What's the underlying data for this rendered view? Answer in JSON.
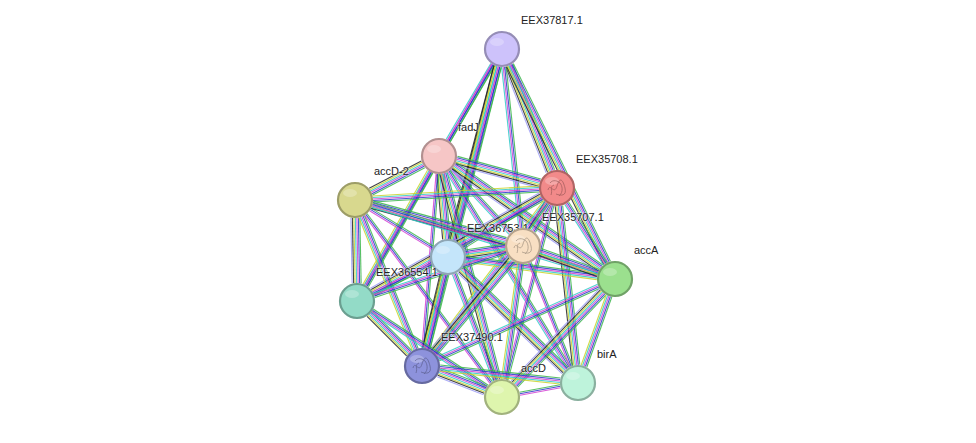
{
  "diagram": {
    "nodes": [
      {
        "text": [
          "EEX37817.1"
        ]
      },
      {
        "text": [
          "fadJ"
        ]
      },
      {
        "text": [
          "EEX35708.1"
        ]
      },
      {
        "text": [
          "accD-2"
        ]
      },
      {
        "text": [
          "EEX36753.1"
        ]
      },
      {
        "text": [
          "EEX35707.1"
        ]
      },
      {
        "text": [
          "accA"
        ]
      },
      {
        "text": [
          "EEX36554.1"
        ]
      },
      {
        "text": [
          "EEX37490.1"
        ]
      },
      {
        "text": [
          "accD"
        ]
      },
      {
        "text": [
          "birA"
        ]
      }
    ],
    "edges": [
      {
        "from": 0,
        "to": 1,
        "arrow": "none"
      },
      {
        "from": 0,
        "to": 2,
        "arrow": "none"
      },
      {
        "from": 0,
        "to": 4,
        "arrow": "none"
      },
      {
        "from": 0,
        "to": 5,
        "arrow": "none"
      },
      {
        "from": 0,
        "to": 7,
        "arrow": "none"
      },
      {
        "from": 0,
        "to": 8,
        "arrow": "none"
      },
      {
        "from": 0,
        "to": 6,
        "arrow": "none"
      },
      {
        "from": 1,
        "to": 3,
        "arrow": "none"
      },
      {
        "from": 1,
        "to": 2,
        "arrow": "none"
      },
      {
        "from": 1,
        "to": 4,
        "arrow": "none"
      },
      {
        "from": 1,
        "to": 5,
        "arrow": "none"
      },
      {
        "from": 1,
        "to": 6,
        "arrow": "none"
      },
      {
        "from": 1,
        "to": 7,
        "arrow": "none"
      },
      {
        "from": 1,
        "to": 8,
        "arrow": "none"
      },
      {
        "from": 1,
        "to": 9,
        "arrow": "none"
      },
      {
        "from": 1,
        "to": 10,
        "arrow": "none"
      },
      {
        "from": 2,
        "to": 3,
        "arrow": "none"
      },
      {
        "from": 2,
        "to": 4,
        "arrow": "none"
      },
      {
        "from": 2,
        "to": 5,
        "arrow": "none"
      },
      {
        "from": 2,
        "to": 6,
        "arrow": "none"
      },
      {
        "from": 2,
        "to": 7,
        "arrow": "none"
      },
      {
        "from": 2,
        "to": 8,
        "arrow": "none"
      },
      {
        "from": 2,
        "to": 9,
        "arrow": "none"
      },
      {
        "from": 2,
        "to": 10,
        "arrow": "none"
      },
      {
        "from": 3,
        "to": 4,
        "arrow": "none"
      },
      {
        "from": 3,
        "to": 5,
        "arrow": "none"
      },
      {
        "from": 3,
        "to": 6,
        "arrow": "none"
      },
      {
        "from": 3,
        "to": 7,
        "arrow": "none"
      },
      {
        "from": 3,
        "to": 8,
        "arrow": "none"
      },
      {
        "from": 3,
        "to": 9,
        "arrow": "none"
      },
      {
        "from": 4,
        "to": 5,
        "arrow": "none"
      },
      {
        "from": 4,
        "to": 6,
        "arrow": "none"
      },
      {
        "from": 4,
        "to": 7,
        "arrow": "none"
      },
      {
        "from": 4,
        "to": 8,
        "arrow": "none"
      },
      {
        "from": 4,
        "to": 9,
        "arrow": "none"
      },
      {
        "from": 4,
        "to": 10,
        "arrow": "none"
      },
      {
        "from": 5,
        "to": 6,
        "arrow": "none"
      },
      {
        "from": 5,
        "to": 7,
        "arrow": "none"
      },
      {
        "from": 5,
        "to": 8,
        "arrow": "none"
      },
      {
        "from": 5,
        "to": 9,
        "arrow": "none"
      },
      {
        "from": 5,
        "to": 10,
        "arrow": "none"
      },
      {
        "from": 6,
        "to": 8,
        "arrow": "none"
      },
      {
        "from": 6,
        "to": 9,
        "arrow": "none"
      },
      {
        "from": 6,
        "to": 10,
        "arrow": "none"
      },
      {
        "from": 7,
        "to": 8,
        "arrow": "none"
      },
      {
        "from": 7,
        "to": 9,
        "arrow": "none"
      },
      {
        "from": 8,
        "to": 9,
        "arrow": "none"
      },
      {
        "from": 8,
        "to": 10,
        "arrow": "none"
      },
      {
        "from": 9,
        "to": 10,
        "arrow": "none"
      }
    ]
  }
}
